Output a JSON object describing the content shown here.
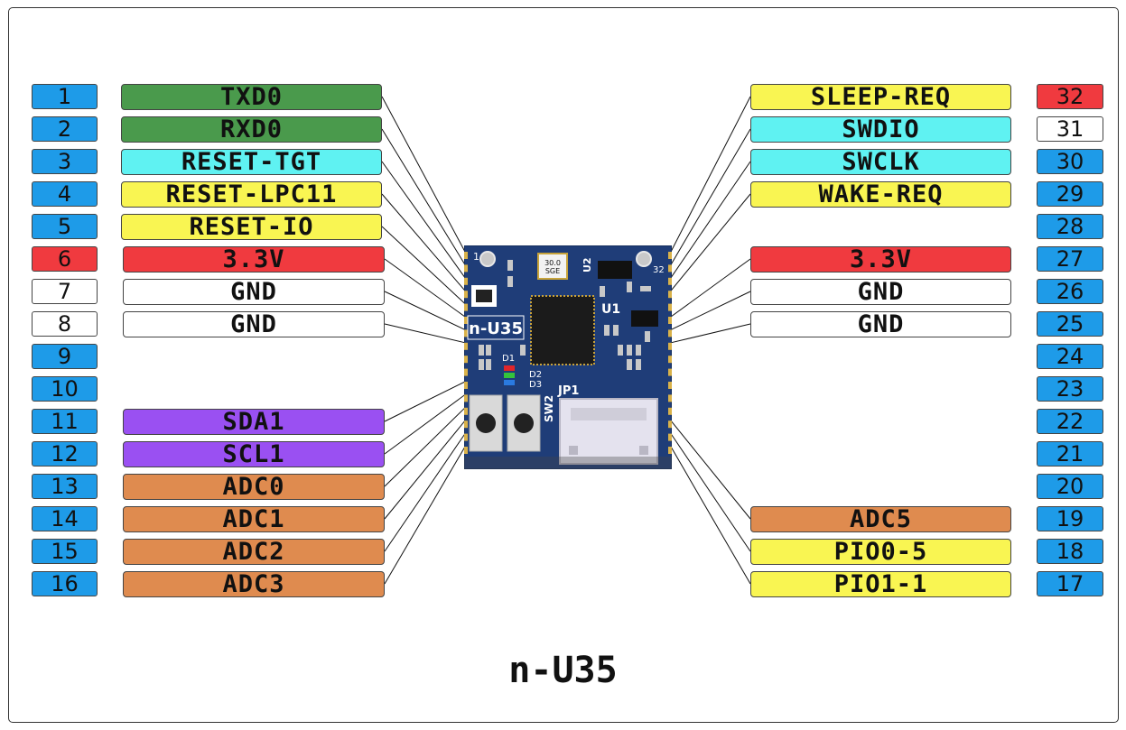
{
  "title": "n-U35",
  "colors": {
    "blue": "#1e9be8",
    "red": "#f03a3f",
    "white": "#ffffff",
    "green": "#4a9a4c",
    "cyan": "#5ff2f2",
    "yellow": "#f9f552",
    "purple": "#9a50f2",
    "orange": "#df8b4f"
  },
  "left_pins": [
    {
      "num": "1",
      "num_color": "blue",
      "label": "TXD0",
      "label_color": "green"
    },
    {
      "num": "2",
      "num_color": "blue",
      "label": "RXD0",
      "label_color": "green"
    },
    {
      "num": "3",
      "num_color": "blue",
      "label": "RESET-TGT",
      "label_color": "cyan"
    },
    {
      "num": "4",
      "num_color": "blue",
      "label": "RESET-LPC11",
      "label_color": "yellow"
    },
    {
      "num": "5",
      "num_color": "blue",
      "label": "RESET-IO",
      "label_color": "yellow"
    },
    {
      "num": "6",
      "num_color": "red",
      "label": "3.3V",
      "label_color": "red"
    },
    {
      "num": "7",
      "num_color": "white",
      "label": "GND",
      "label_color": "white"
    },
    {
      "num": "8",
      "num_color": "white",
      "label": "GND",
      "label_color": "white"
    },
    {
      "num": "9",
      "num_color": "blue",
      "label": "",
      "label_color": ""
    },
    {
      "num": "10",
      "num_color": "blue",
      "label": "",
      "label_color": ""
    },
    {
      "num": "11",
      "num_color": "blue",
      "label": "SDA1",
      "label_color": "purple"
    },
    {
      "num": "12",
      "num_color": "blue",
      "label": "SCL1",
      "label_color": "purple"
    },
    {
      "num": "13",
      "num_color": "blue",
      "label": "ADC0",
      "label_color": "orange"
    },
    {
      "num": "14",
      "num_color": "blue",
      "label": "ADC1",
      "label_color": "orange"
    },
    {
      "num": "15",
      "num_color": "blue",
      "label": "ADC2",
      "label_color": "orange"
    },
    {
      "num": "16",
      "num_color": "blue",
      "label": "ADC3",
      "label_color": "orange"
    }
  ],
  "right_pins": [
    {
      "num": "32",
      "num_color": "red",
      "label": "SLEEP-REQ",
      "label_color": "yellow"
    },
    {
      "num": "31",
      "num_color": "white",
      "label": "SWDIO",
      "label_color": "cyan"
    },
    {
      "num": "30",
      "num_color": "blue",
      "label": "SWCLK",
      "label_color": "cyan"
    },
    {
      "num": "29",
      "num_color": "blue",
      "label": "WAKE-REQ",
      "label_color": "yellow"
    },
    {
      "num": "28",
      "num_color": "blue",
      "label": "",
      "label_color": ""
    },
    {
      "num": "27",
      "num_color": "blue",
      "label": "3.3V",
      "label_color": "red"
    },
    {
      "num": "26",
      "num_color": "blue",
      "label": "GND",
      "label_color": "white"
    },
    {
      "num": "25",
      "num_color": "blue",
      "label": "GND",
      "label_color": "white"
    },
    {
      "num": "24",
      "num_color": "blue",
      "label": "",
      "label_color": ""
    },
    {
      "num": "23",
      "num_color": "blue",
      "label": "",
      "label_color": ""
    },
    {
      "num": "22",
      "num_color": "blue",
      "label": "",
      "label_color": ""
    },
    {
      "num": "21",
      "num_color": "blue",
      "label": "",
      "label_color": ""
    },
    {
      "num": "20",
      "num_color": "blue",
      "label": "",
      "label_color": ""
    },
    {
      "num": "19",
      "num_color": "blue",
      "label": "ADC5",
      "label_color": "orange"
    },
    {
      "num": "18",
      "num_color": "blue",
      "label": "PIO0-5",
      "label_color": "yellow"
    },
    {
      "num": "17",
      "num_color": "blue",
      "label": "PIO1-1",
      "label_color": "yellow"
    }
  ],
  "board": {
    "name": "n-U35",
    "pin1_mark": "1",
    "pin32_mark": "32",
    "crystal_line1": "30.0",
    "crystal_line2": "SGE",
    "u1": "U1",
    "u2": "U2",
    "d1": "D1",
    "d2": "D2",
    "d3": "D3",
    "sw2": "SW2",
    "jp1": "JP1"
  }
}
